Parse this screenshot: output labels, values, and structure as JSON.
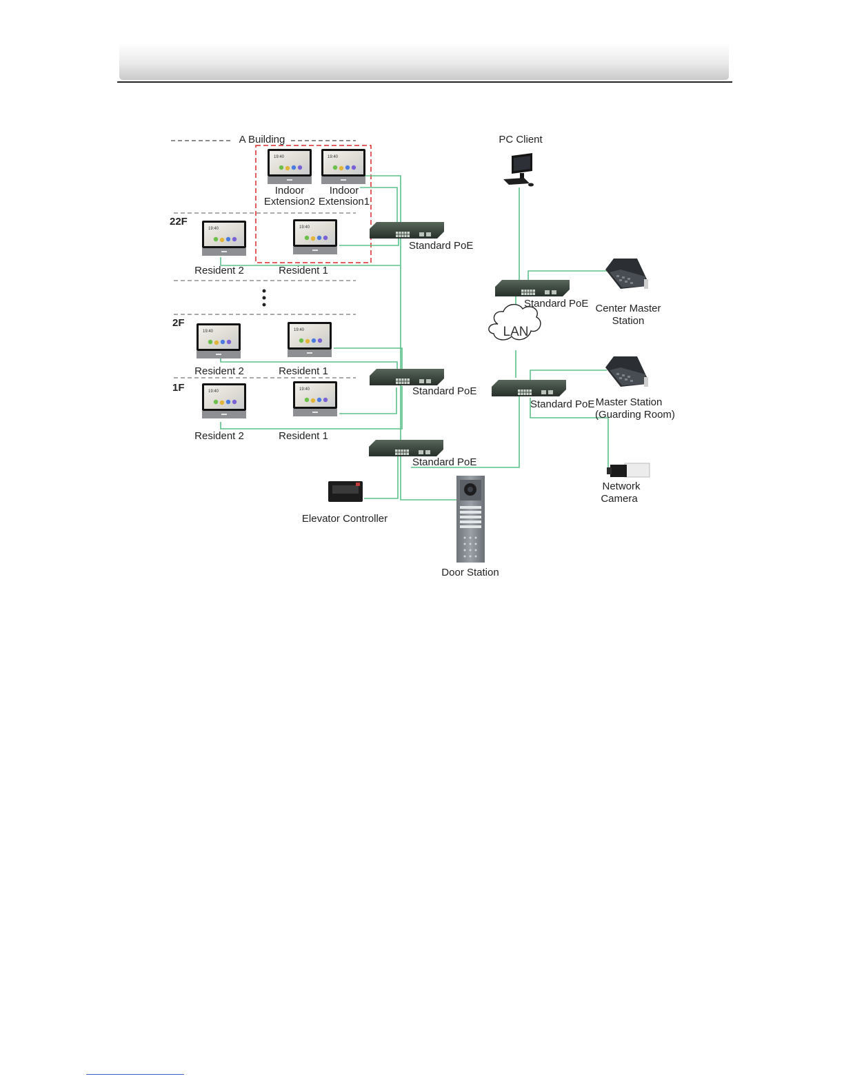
{
  "diagram": {
    "building_label": "A Building",
    "floors": {
      "f22": "22F",
      "f2": "2F",
      "f1": "1F"
    },
    "indoor_extension2": [
      "Indoor",
      "Extension2"
    ],
    "indoor_extension1": [
      "Indoor",
      "Extension1"
    ],
    "resident1": "Resident 1",
    "resident2": "Resident 2",
    "standard_poe": "Standard PoE",
    "pc_client": "PC Client",
    "center_master_station": [
      "Center Master",
      "Station"
    ],
    "lan": "LAN",
    "master_station": [
      "Master Station",
      "(Guarding Room)"
    ],
    "network_camera": [
      "Network",
      "Camera"
    ],
    "elevator_controller": "Elevator Controller",
    "door_station": "Door Station",
    "monitor_time": "19:40",
    "colors": {
      "wire": "#5cc08a",
      "extension_box": "#d9262c",
      "switch": "#3e4a40"
    }
  }
}
